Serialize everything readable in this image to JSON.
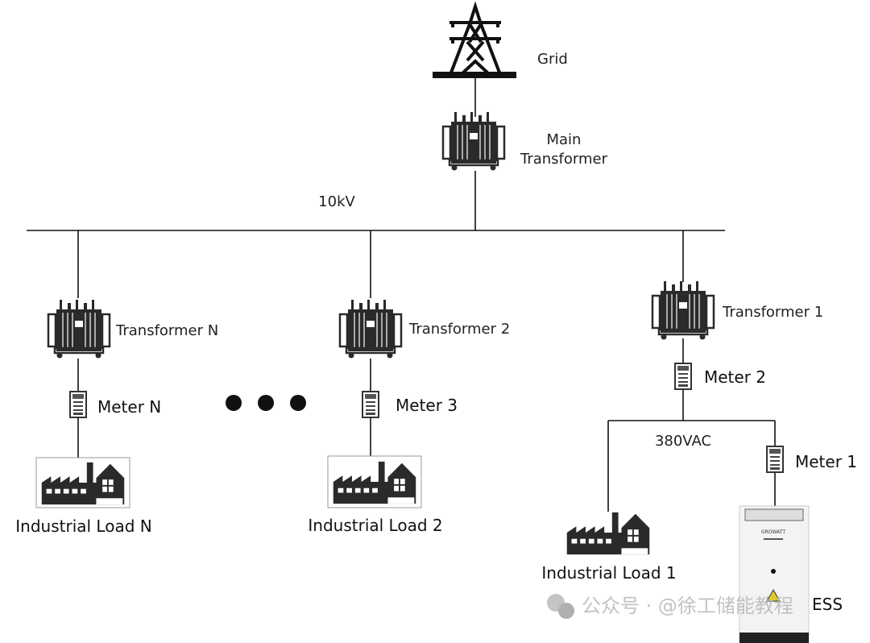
{
  "diagram": {
    "grid_label": "Grid",
    "main_transformer_label": [
      "Main",
      "Transformer"
    ],
    "bus_voltage": "10kV",
    "branches": [
      {
        "transformer": "Transformer N",
        "meter": "Meter N",
        "load": "Industrial Load N"
      },
      {
        "transformer": "Transformer 2",
        "meter": "Meter 3",
        "load": "Industrial Load 2"
      },
      {
        "transformer": "Transformer 1",
        "meter": "Meter 2",
        "load": "Industrial Load 1",
        "sub_bus_voltage": "380VAC",
        "storage_meter": "Meter 1",
        "storage": "ESS",
        "storage_brand": "GROWATT"
      }
    ],
    "ellipsis": "●●●",
    "watermark": "公众号 · @徐工储能教程",
    "colors": {
      "line": "#111111",
      "icon": "#2a2a2a",
      "cabinet": "#f2f2f2"
    }
  }
}
